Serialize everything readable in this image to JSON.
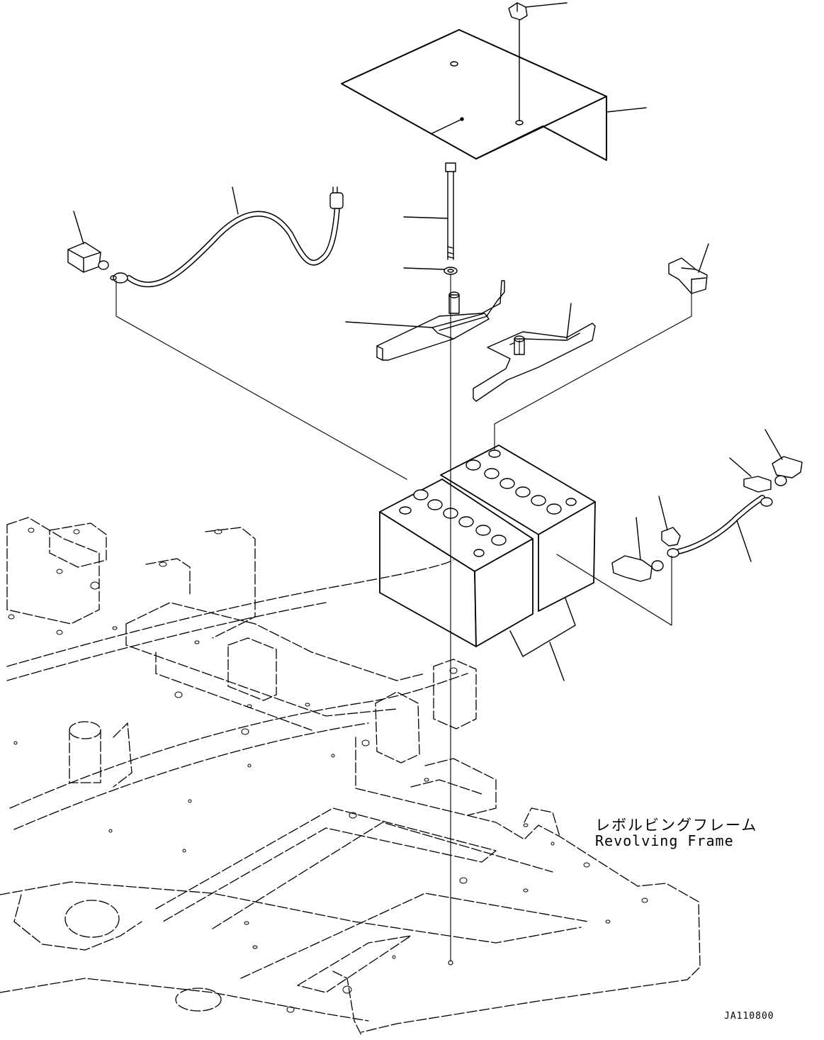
{
  "frame_label_jp": "レボルビングフレーム",
  "frame_label_en": "Revolving Frame",
  "drawing_id": "JA110800",
  "colors": {
    "line": "#000000",
    "background": "#ffffff"
  }
}
